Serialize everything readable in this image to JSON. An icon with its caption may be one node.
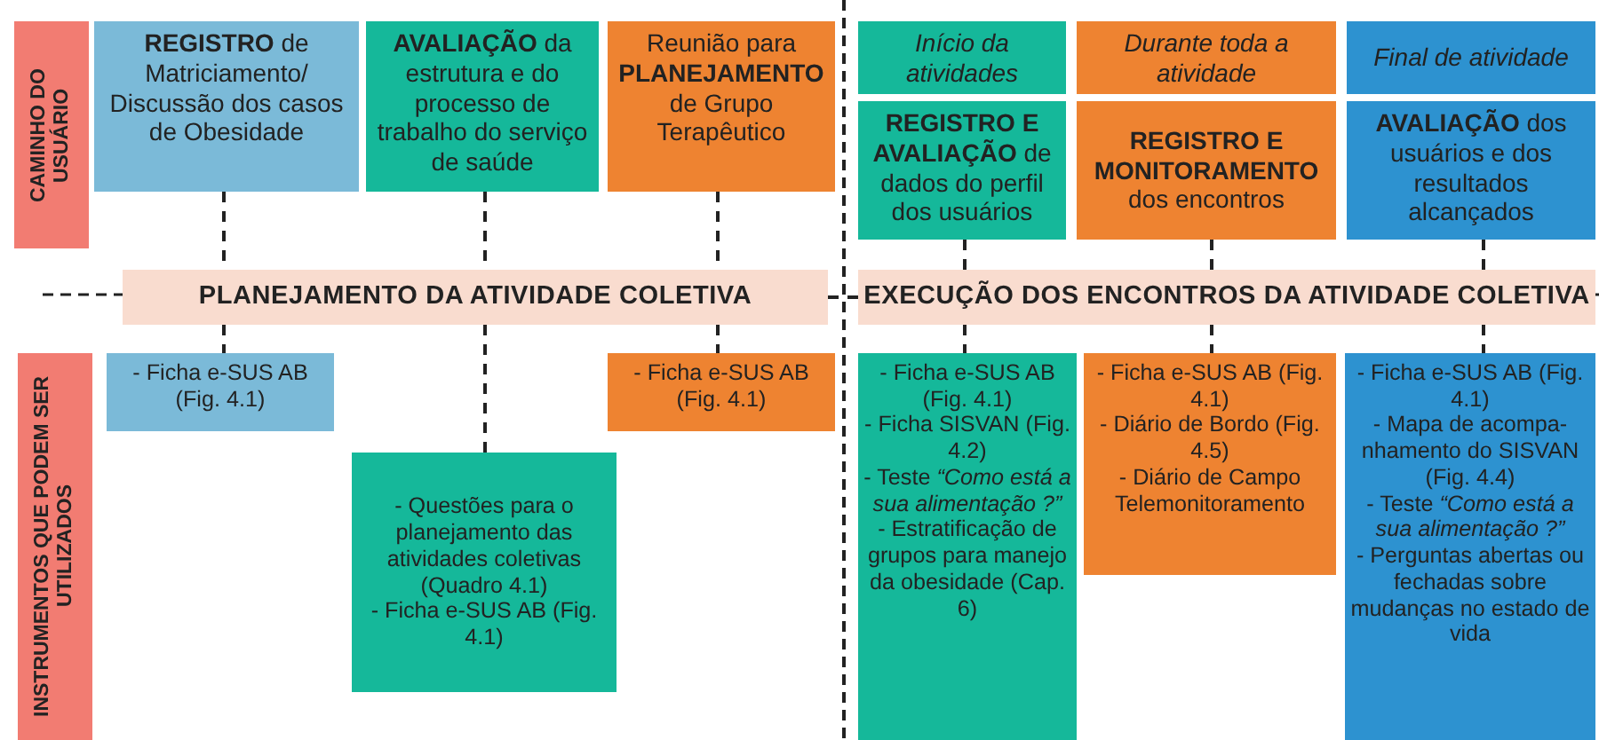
{
  "diagram": {
    "nodes": [
      {
        "text": [
          "CAMINHO DO USUÁRIO"
        ]
      },
      {
        "text": [
          "**REGISTRO** de Matriciamento/ Discussão dos casos de Obesidade"
        ]
      },
      {
        "text": [
          "**AVALIAÇÃO** da estrutura e do processo de trabalho do serviço de saúde"
        ]
      },
      {
        "text": [
          "Reunião para **PLANEJAMENTO** de Grupo Terapêutico"
        ]
      },
      {
        "text": [
          "Início da atividades"
        ]
      },
      {
        "text": [
          "**REGISTRO E AVALIAÇÃO** de dados do perfil dos usuários"
        ]
      },
      {
        "text": [
          "Durante toda a atividade"
        ]
      },
      {
        "text": [
          "**REGISTRO E MONITORAMENTO** dos encontros"
        ]
      },
      {
        "text": [
          "Final de atividade"
        ]
      },
      {
        "text": [
          "**AVALIAÇÃO** dos usuários e dos resultados alcançados"
        ]
      },
      {
        "text": [
          "PLANEJAMENTO DA ATIVIDADE COLETIVA"
        ]
      },
      {
        "text": [
          "EXECUÇÃO DOS ENCONTROS DA ATIVIDADE COLETIVA"
        ]
      },
      {
        "text": [
          "INSTRUMENTOS QUE PODEM SER UTILIZADOS"
        ]
      },
      {
        "text": [
          "- Ficha e-SUS AB (Fig. 4.1)"
        ]
      },
      {
        "text": [
          "- Questões para o planejamento das atividades coletivas (Quadro 4.1)",
          "- Ficha e-SUS AB (Fig. 4.1)"
        ]
      },
      {
        "text": [
          "- Ficha e-SUS AB (Fig. 4.1)"
        ]
      },
      {
        "text": [
          "- Ficha e-SUS AB (Fig. 4.1)",
          "- Ficha SISVAN (Fig. 4.2)",
          "- Teste *“Como está a sua alimentação ?”*",
          "- Estratificação de grupos para manejo da obesidade (Cap. 6)"
        ]
      },
      {
        "text": [
          "- Ficha e-SUS AB (Fig. 4.1)",
          "- Diário de Bordo (Fig. 4.5)",
          "- Diário de Campo Telemonitoramento"
        ]
      },
      {
        "text": [
          "- Ficha e-SUS AB (Fig. 4.1)",
          "- Mapa de acompa- nhamento do SISVAN (Fig. 4.4)",
          "- Teste *“Como está a sua alimentação ?”*",
          "- Perguntas abertas ou fechadas sobre mudanças no estado de vida"
        ]
      }
    ],
    "edges": [
      {
        "from": 1,
        "to": 10,
        "arrow": "none",
        "style": "dashed"
      },
      {
        "from": 10,
        "to": 13,
        "arrow": "none",
        "style": "dashed"
      },
      {
        "from": 2,
        "to": 10,
        "arrow": "none",
        "style": "dashed"
      },
      {
        "from": 10,
        "to": 14,
        "arrow": "none",
        "style": "dashed"
      },
      {
        "from": 3,
        "to": 10,
        "arrow": "none",
        "style": "dashed"
      },
      {
        "from": 10,
        "to": 15,
        "arrow": "none",
        "style": "dashed"
      },
      {
        "from": 5,
        "to": 11,
        "arrow": "none",
        "style": "dashed"
      },
      {
        "from": 11,
        "to": 16,
        "arrow": "none",
        "style": "dashed"
      },
      {
        "from": 7,
        "to": 11,
        "arrow": "none",
        "style": "dashed"
      },
      {
        "from": 11,
        "to": 17,
        "arrow": "none",
        "style": "dashed"
      },
      {
        "from": 9,
        "to": 11,
        "arrow": "none",
        "style": "dashed"
      },
      {
        "from": 11,
        "to": 18,
        "arrow": "none",
        "style": "dashed"
      },
      {
        "from": 10,
        "to": 11,
        "arrow": "none",
        "style": "dashed"
      }
    ]
  }
}
